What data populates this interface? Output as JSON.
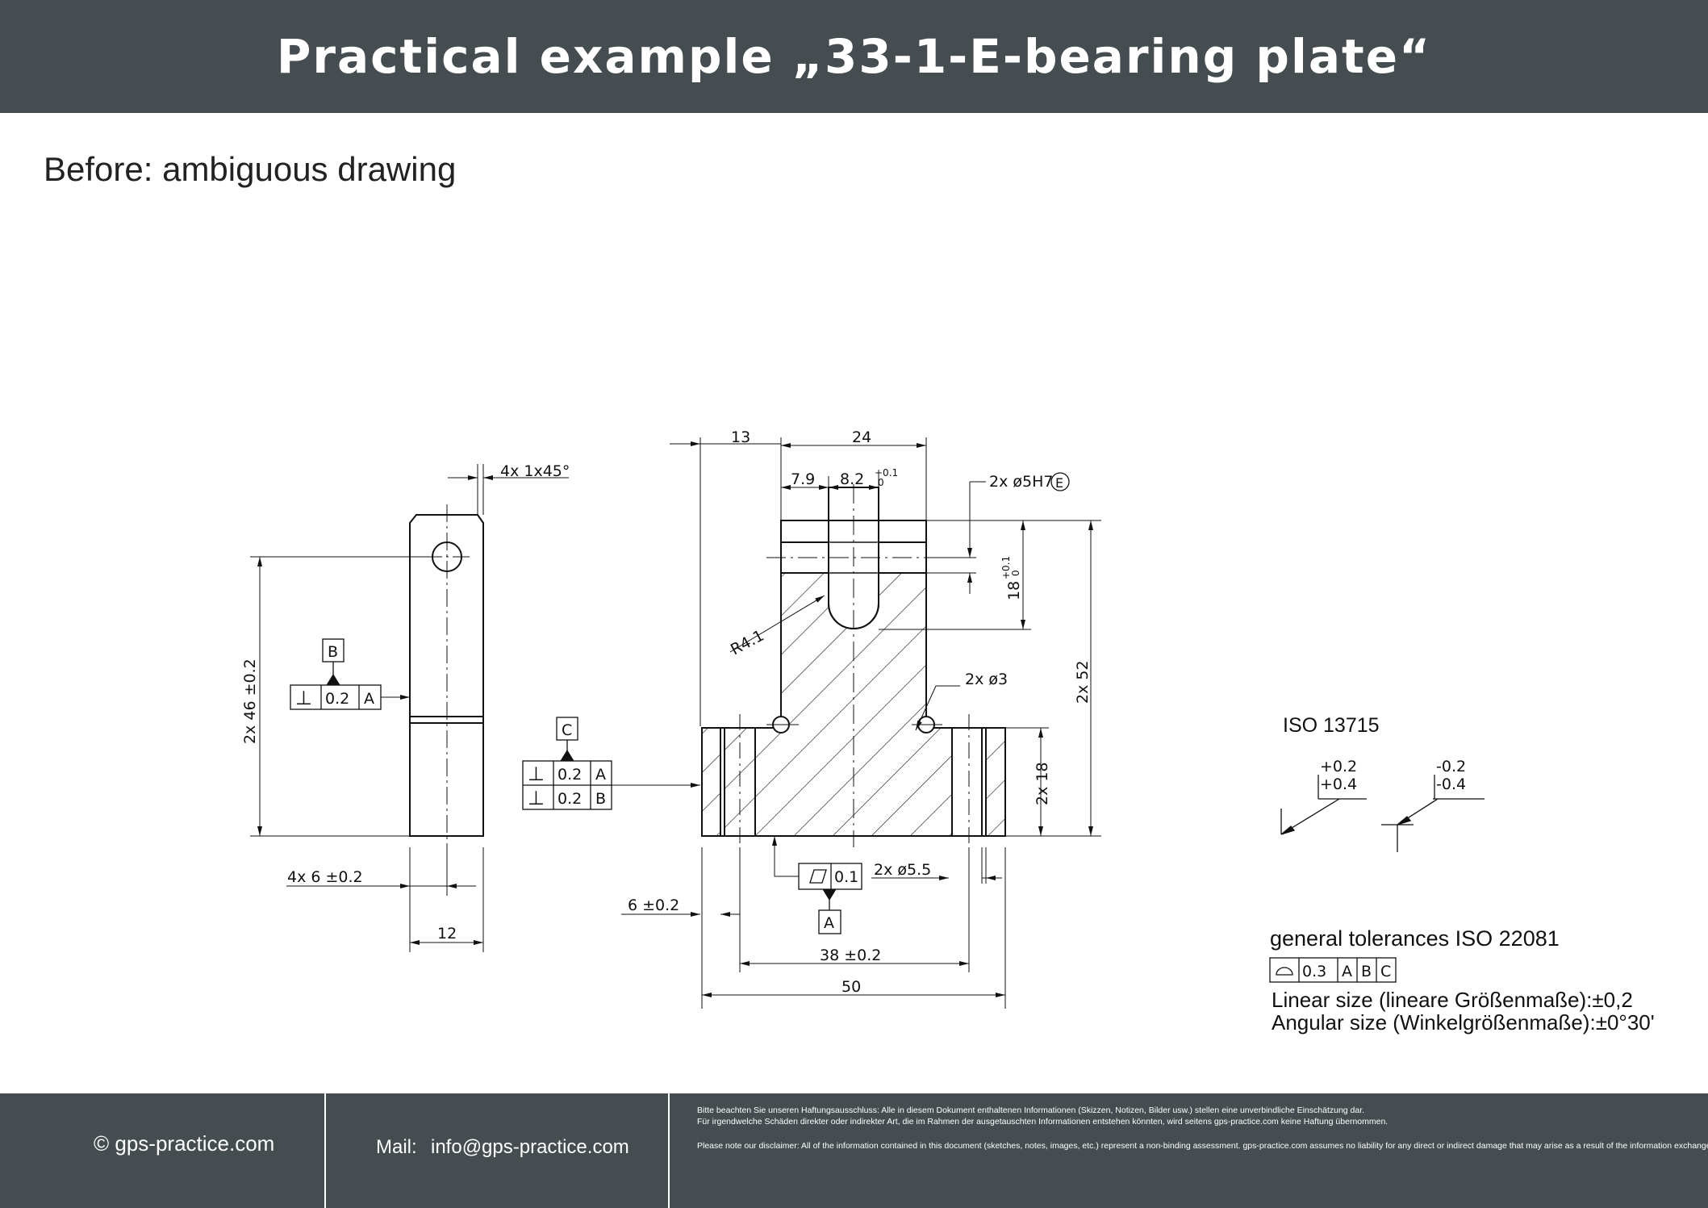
{
  "header": {
    "title": "Practical example „33-1-E-bearing plate“"
  },
  "subtitle": "Before: ambiguous drawing",
  "drawing": {
    "left_view": {
      "chamfer": "4x 1x45°",
      "height_dim": "2x 46 ±0.2",
      "width_dim": "4x 6 ±0.2",
      "thickness_dim": "12",
      "datum_b": "B",
      "fcf": {
        "symbol": "⊥",
        "value": "0.2",
        "datum": "A"
      }
    },
    "main_view": {
      "dim_13": "13",
      "dim_24": "24",
      "dim_7_9": "7.9",
      "dim_8_2": "8.2",
      "tol_plus": "+0.1",
      "tol_zero": "0",
      "hole_callout": "2x ø5H7",
      "envelope": "E",
      "slot_depth": "18",
      "radius": "R4.1",
      "small_holes": "2x ø3",
      "height_52": "2x 52",
      "height_18": "2x 18",
      "datum_c": "C",
      "fcf_c": [
        {
          "symbol": "⊥",
          "value": "0.2",
          "datum": "A"
        },
        {
          "symbol": "⊥",
          "value": "0.2",
          "datum": "B"
        }
      ],
      "flatness_value": "0.1",
      "datum_a": "A",
      "holes_5_5": "2x ø5.5",
      "dim_6": "6 ±0.2",
      "dim_38": "38 ±0.2",
      "dim_50": "50"
    },
    "iso_symbols": {
      "left_top": "+0.2",
      "left_bottom": "+0.4",
      "right_top": "-0.2",
      "right_bottom": "-0.4"
    },
    "general_fcf": {
      "value": "0.3",
      "datums": [
        "A",
        "B",
        "C"
      ]
    }
  },
  "iso_label": "ISO 13715",
  "general_tolerances": {
    "label": "general tolerances ISO 22081",
    "linear": "Linear size (lineare Größenmaße):±0,2",
    "angular": "Angular size (Winkelgrößenmaße):±0°30'"
  },
  "footer": {
    "copyright": "© gps-practice.com",
    "mail_label": "Mail:",
    "mail_address": "info@gps-practice.com",
    "disclaimer_de_1": "Bitte beachten Sie unseren Haftungsausschluss: Alle in diesem Dokument enthaltenen Informationen (Skizzen, Notizen, Bilder usw.) stellen eine unverbindliche Einschätzung dar.",
    "disclaimer_de_2": "Für irgendwelche Schäden direkter oder indirekter Art, die im Rahmen der ausgetauschten Informationen entstehen könnten, wird seitens gps-practice.com keine Haftung übernommen.",
    "disclaimer_en": "Please note our disclaimer: All of the information contained in this document (sketches, notes, images, etc.) represent a non-binding assessment. gps-practice.com assumes no liability for any direct or indirect damage that may arise as a result of the information exchanged."
  },
  "colors": {
    "header_bg": "#454d50",
    "footer_bg": "#454d50",
    "ink": "#111111"
  }
}
